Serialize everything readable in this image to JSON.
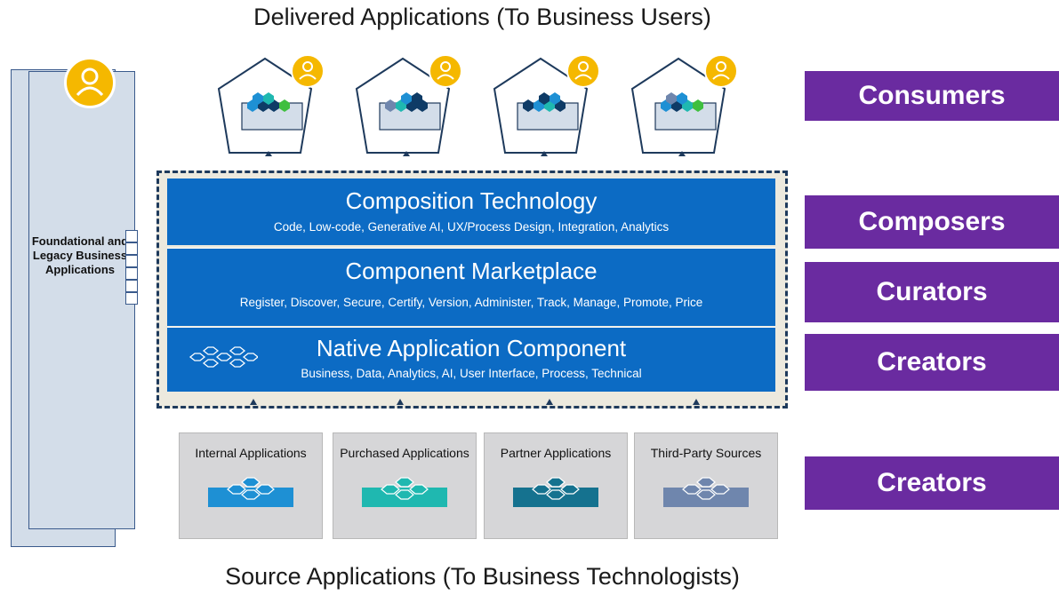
{
  "titles": {
    "top": "Delivered Applications (To Business Users)",
    "bottom": "Source Applications (To Business Technologists)"
  },
  "legacy": {
    "label": "Foundational and Legacy Business Applications"
  },
  "roles": {
    "consumers": "Consumers",
    "composers": "Composers",
    "curators": "Curators",
    "creators_native": "Creators",
    "creators_source": "Creators"
  },
  "layers": {
    "composition": {
      "title": "Composition Technology",
      "subtitle": "Code, Low-code, Generative AI, UX/Process Design, Integration, Analytics"
    },
    "marketplace": {
      "title": "Component Marketplace",
      "subtitle": "Register, Discover, Secure, Certify, Version, Administer, Track, Manage, Promote, Price"
    },
    "native": {
      "title": "Native Application Component",
      "subtitle": "Business, Data, Analytics, AI, User Interface, Process, Technical"
    }
  },
  "sources": [
    {
      "label": "Internal Applications",
      "color": "#1e90d4"
    },
    {
      "label": "Purchased Applications",
      "color": "#1fb8b0"
    },
    {
      "label": "Partner Applications",
      "color": "#15728f"
    },
    {
      "label": "Third-Party Sources",
      "color": "#6f86ad"
    }
  ],
  "colors": {
    "role_purple": "#6a2ba0",
    "layer_blue": "#0c6bc4",
    "avatar_yellow": "#f5b800"
  }
}
